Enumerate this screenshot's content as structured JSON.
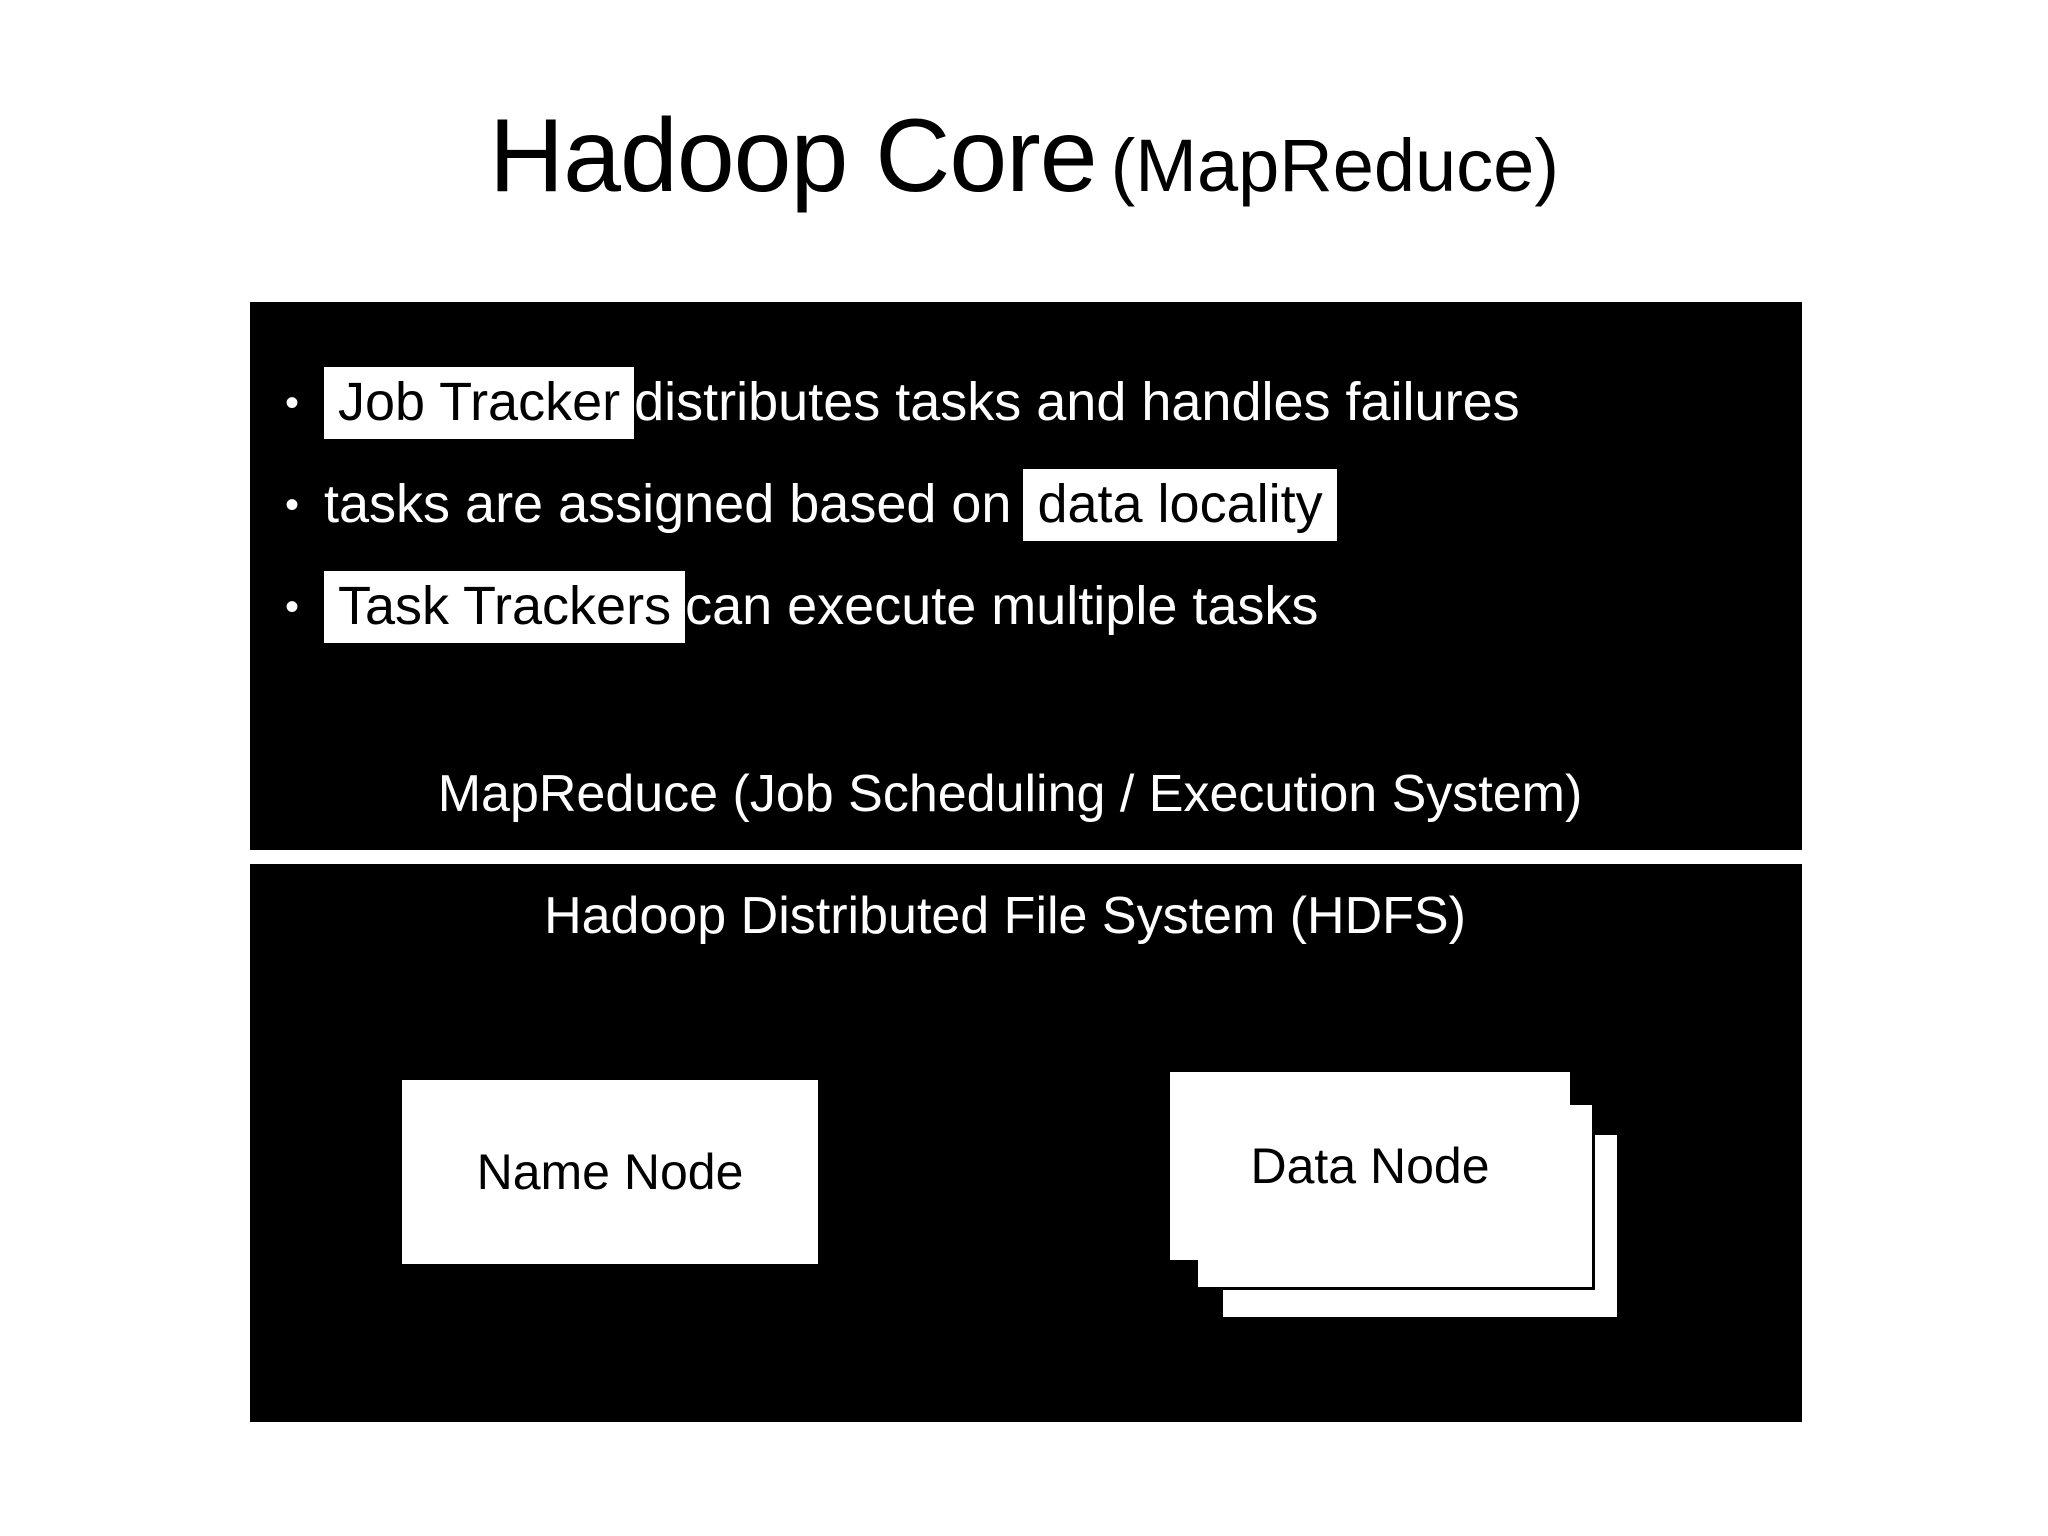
{
  "slide": {
    "background_color": "#ffffff",
    "panel_color": "#000000",
    "text_color": "#ffffff",
    "highlight_bg": "#ffffff",
    "highlight_fg": "#000000"
  },
  "title": {
    "main": "Hadoop Core",
    "sub": "(MapReduce)"
  },
  "mapreduce_panel": {
    "caption": "MapReduce (Job Scheduling / Execution System)",
    "bullets": [
      {
        "marker": "•",
        "segments": [
          {
            "text": "Job Tracker",
            "highlight": true
          },
          {
            "text": "distributes tasks and handles failures",
            "highlight": false
          }
        ]
      },
      {
        "marker": "•",
        "segments": [
          {
            "text": "tasks are assigned based on",
            "highlight": false
          },
          {
            "text": "data locality",
            "highlight": true
          }
        ]
      },
      {
        "marker": "•",
        "segments": [
          {
            "text": "Task Trackers",
            "highlight": true
          },
          {
            "text": "can execute multiple tasks",
            "highlight": false
          }
        ]
      }
    ]
  },
  "hdfs_panel": {
    "caption": "Hadoop Distributed File System (HDFS)",
    "name_node": {
      "label": "Name Node"
    },
    "data_node": {
      "label": "Data Node",
      "stack_count": 3
    }
  }
}
